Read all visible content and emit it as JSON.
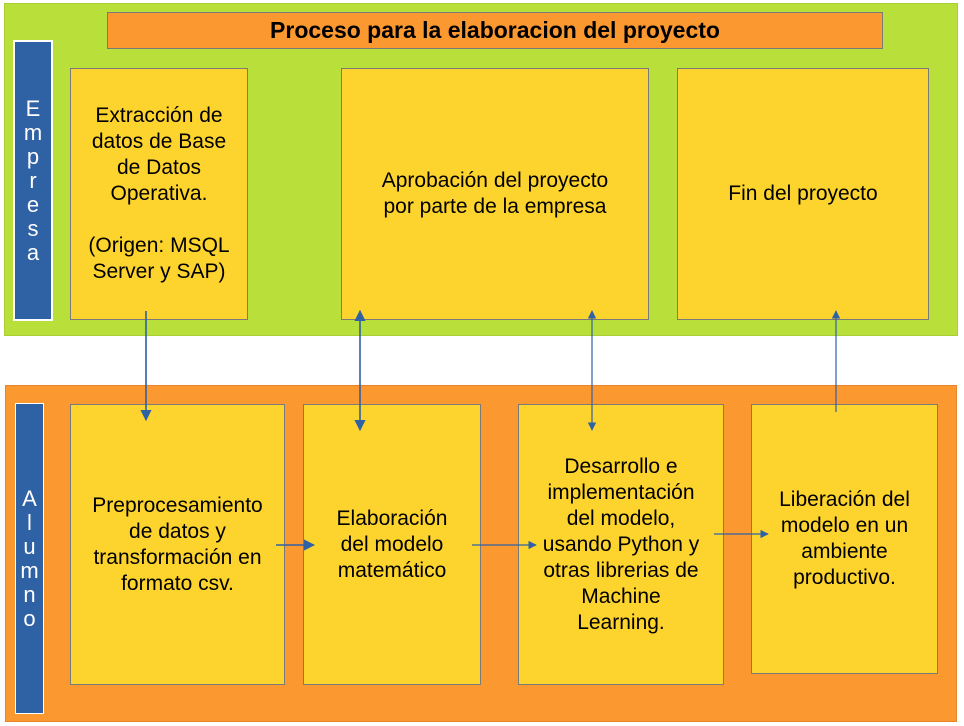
{
  "title": "Proceso para la elaboracion del proyecto",
  "lanes": {
    "empresa": "Empresa",
    "alumno": "Alumno"
  },
  "boxes": {
    "extraccion": "Extracción de\ndatos de Base\nde Datos\nOperativa.\n\n(Origen: MSQL\nServer y SAP)",
    "aprobacion": "Aprobación del proyecto\npor parte de la empresa",
    "fin": "Fin del proyecto",
    "preprocesamiento": "Preprocesamiento\nde datos y\ntransformación en\nformato csv.",
    "elaboracion": "Elaboración\ndel modelo\nmatemático",
    "desarrollo": "Desarrollo e\nimplementación\ndel modelo,\nusando Python y\notras librerias de\nMachine\nLearning.",
    "liberacion": "Liberación del\nmodelo en un\nambiente\nproductivo."
  },
  "colors": {
    "lane_top": "#b9e03a",
    "lane_bottom": "#fb9830",
    "box": "#fdd32d",
    "label": "#2f61a5",
    "arrow": "#2f61a5"
  }
}
